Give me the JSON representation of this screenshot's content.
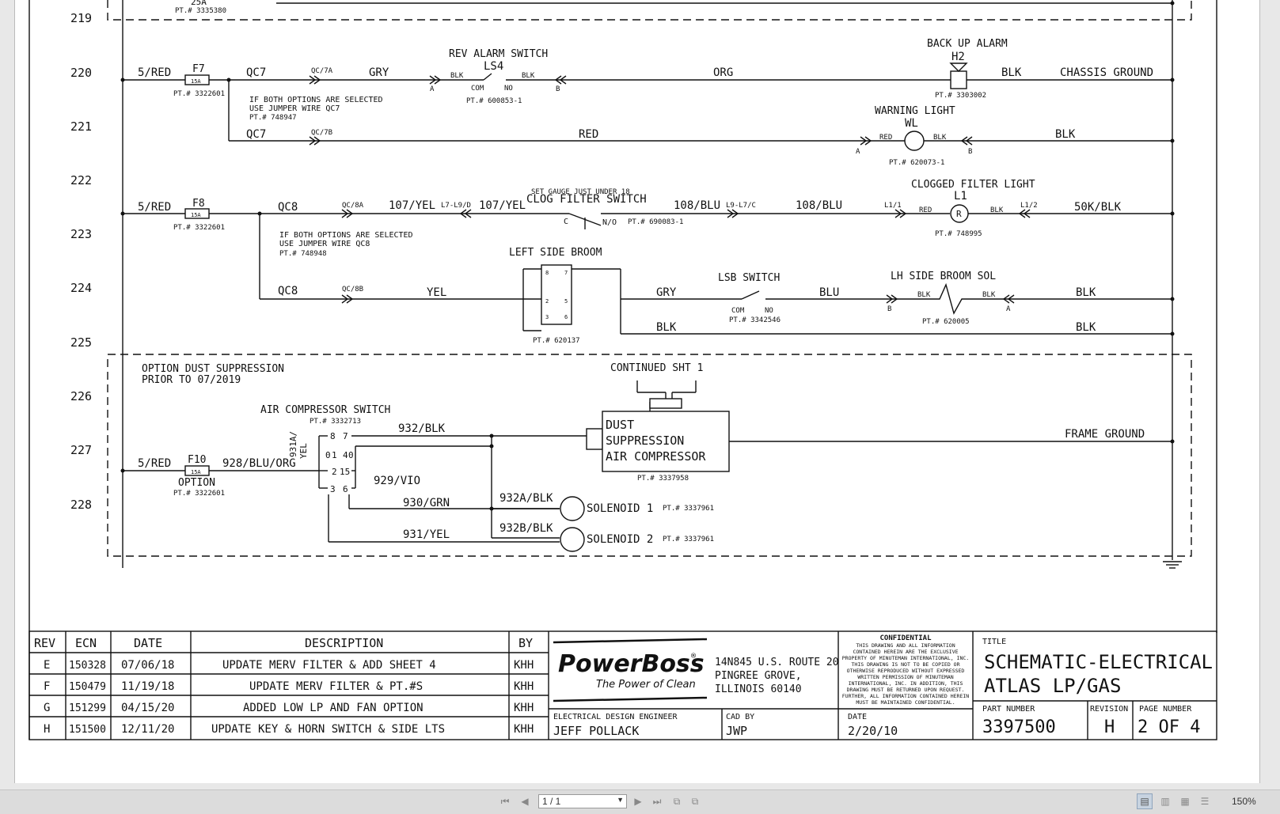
{
  "rows": [
    "219",
    "220",
    "221",
    "222",
    "223",
    "224",
    "225",
    "226",
    "227",
    "228"
  ],
  "labels": {
    "top_partial": "25A",
    "top_pt": "PT.# 3335380",
    "r220_5red": "5/RED",
    "f7": "F7",
    "fuse15a": "15A",
    "pt_3322601": "PT.# 3322601",
    "qc7": "QC7",
    "qc7a": "QC/7A",
    "gry": "GRY",
    "rev_alarm": "REV ALARM SWITCH",
    "ls4": "LS4",
    "blk": "BLK",
    "com": "COM",
    "no": "NO",
    "pt_600853": "PT.# 600853-1",
    "a": "A",
    "b": "B",
    "org": "ORG",
    "backup_alarm": "BACK UP ALARM",
    "h2": "H2",
    "pt_3303002": "PT.# 3303002",
    "chassis_ground": "CHASSIS GROUND",
    "note1a": "IF BOTH OPTIONS ARE SELECTED",
    "note1b": "USE JUMPER WIRE QC7",
    "note1c": "PT.# 748947",
    "qc7b": "QC/7B",
    "red": "RED",
    "warning_light": "WARNING LIGHT",
    "wl": "WL",
    "pt_620073": "PT.# 620073-1",
    "qc8": "QC8",
    "qc8a": "QC/8A",
    "f8": "F8",
    "w107": "107/YEL",
    "l7l9d": "L7-L9/D",
    "w107b": "107/YEL",
    "set_gauge": "SET GAUGE JUST UNDER 18",
    "clog_switch": "CLOG FILTER SWITCH",
    "c": "C",
    "no2": "N/O",
    "pt_690083": "PT.# 690083-1",
    "w108": "108/BLU",
    "l9l7c": "L9-L7/C",
    "w108b": "108/BLU",
    "clogged_light": "CLOGGED FILTER LIGHT",
    "l1": "L1",
    "l11": "L1/1",
    "l12": "L1/2",
    "r": "R",
    "pt_748995": "PT.# 748995",
    "w50k": "50K/BLK",
    "note2a": "IF BOTH OPTIONS ARE SELECTED",
    "note2b": "USE JUMPER WIRE QC8",
    "note2c": "PT.# 748948",
    "left_broom": "LEFT SIDE BROOM",
    "qc8b": "QC/8B",
    "yel": "YEL",
    "sw8": "8",
    "sw7": "7",
    "sw2": "2",
    "sw5": "5",
    "sw3": "3",
    "sw6": "6",
    "pt_620137": "PT.# 620137",
    "lsb_switch": "LSB SWITCH",
    "blu": "BLU",
    "pt_3342546": "PT.# 3342546",
    "lh_broom_sol": "LH SIDE BROOM SOL",
    "pt_620005": "PT.# 620005",
    "opt_dust": "OPTION DUST SUPPRESSION",
    "prior": "PRIOR TO 07/2019",
    "continued": "CONTINUED SHT 1",
    "air_comp_switch": "AIR COMPRESSOR SWITCH",
    "pt_3332713": "PT.# 3332713",
    "w931a": "931A/",
    "yel2": "YEL",
    "c8": "8",
    "c7": "7",
    "c1": "1",
    "c4": "4",
    "c0a": "0",
    "c0b": "0",
    "c2": "2",
    "c15": "15",
    "c3": "3",
    "c6": "6",
    "w932": "932/BLK",
    "w929": "929/VIO",
    "w930": "930/GRN",
    "w931": "931/YEL",
    "w932a": "932A/BLK",
    "w932b": "932B/BLK",
    "dust1": "DUST",
    "dust2": "SUPPRESSION",
    "dust3": "AIR COMPRESSOR",
    "pt_3337958": "PT.# 3337958",
    "frame_ground": "FRAME GROUND",
    "r227_5red": "5/RED",
    "f10": "F10",
    "w928": "928/BLU/ORG",
    "option": "OPTION",
    "sol1": "SOLENOID 1",
    "sol2": "SOLENOID 2",
    "pt_3337961": "PT.# 3337961"
  },
  "revision_table": {
    "headers": {
      "rev": "REV",
      "ecn": "ECN",
      "date": "DATE",
      "description": "DESCRIPTION",
      "by": "BY"
    },
    "rows": [
      {
        "rev": "E",
        "ecn": "150328",
        "date": "07/06/18",
        "description": "UPDATE MERV FILTER & ADD SHEET 4",
        "by": "KHH"
      },
      {
        "rev": "F",
        "ecn": "150479",
        "date": "11/19/18",
        "description": "UPDATE MERV FILTER & PT.#S",
        "by": "KHH"
      },
      {
        "rev": "G",
        "ecn": "151299",
        "date": "04/15/20",
        "description": "ADDED LOW LP AND FAN OPTION",
        "by": "KHH"
      },
      {
        "rev": "H",
        "ecn": "151500",
        "date": "12/11/20",
        "description": "UPDATE KEY & HORN SWITCH & SIDE LTS",
        "by": "KHH"
      }
    ]
  },
  "title_block": {
    "brand": "PowerBoss",
    "registered": "®",
    "tagline": "The Power of Clean",
    "addr1": "14N845 U.S. ROUTE 20",
    "addr2": "PINGREE GROVE,",
    "addr3": "ILLINOIS 60140",
    "confidential_title": "CONFIDENTIAL",
    "confidential_lines": [
      "THIS DRAWING AND ALL INFORMATION",
      "CONTAINED HEREIN ARE THE EXCLUSIVE",
      "PROPERTY OF MINUTEMAN INTERNATIONAL, INC.",
      "THIS DRAWING IS NOT TO BE COPIED OR",
      "OTHERWISE REPRODUCED WITHOUT EXPRESSED",
      "WRITTEN PERMISSION OF MINUTEMAN",
      "INTERNATIONAL, INC. IN ADDITION, THIS",
      "DRAWING MUST BE RETURNED UPON REQUEST.",
      "FURTHER, ALL INFORMATION CONTAINED HEREIN",
      "MUST BE MAINTAINED CONFIDENTIAL."
    ],
    "title_label": "TITLE",
    "title1": "SCHEMATIC-ELECTRICAL",
    "title2": "ATLAS LP/GAS",
    "engineer_label": "ELECTRICAL DESIGN ENGINEER",
    "engineer": "JEFF POLLACK",
    "cad_label": "CAD BY",
    "cad": "JWP",
    "date_label": "DATE",
    "date": "2/20/10",
    "part_label": "PART NUMBER",
    "part": "3397500",
    "revision_label": "REVISION",
    "revision": "H",
    "page_label": "PAGE NUMBER",
    "page": "2 OF 4"
  },
  "viewer": {
    "page_indicator": "1 / 1",
    "zoom": "150%"
  }
}
